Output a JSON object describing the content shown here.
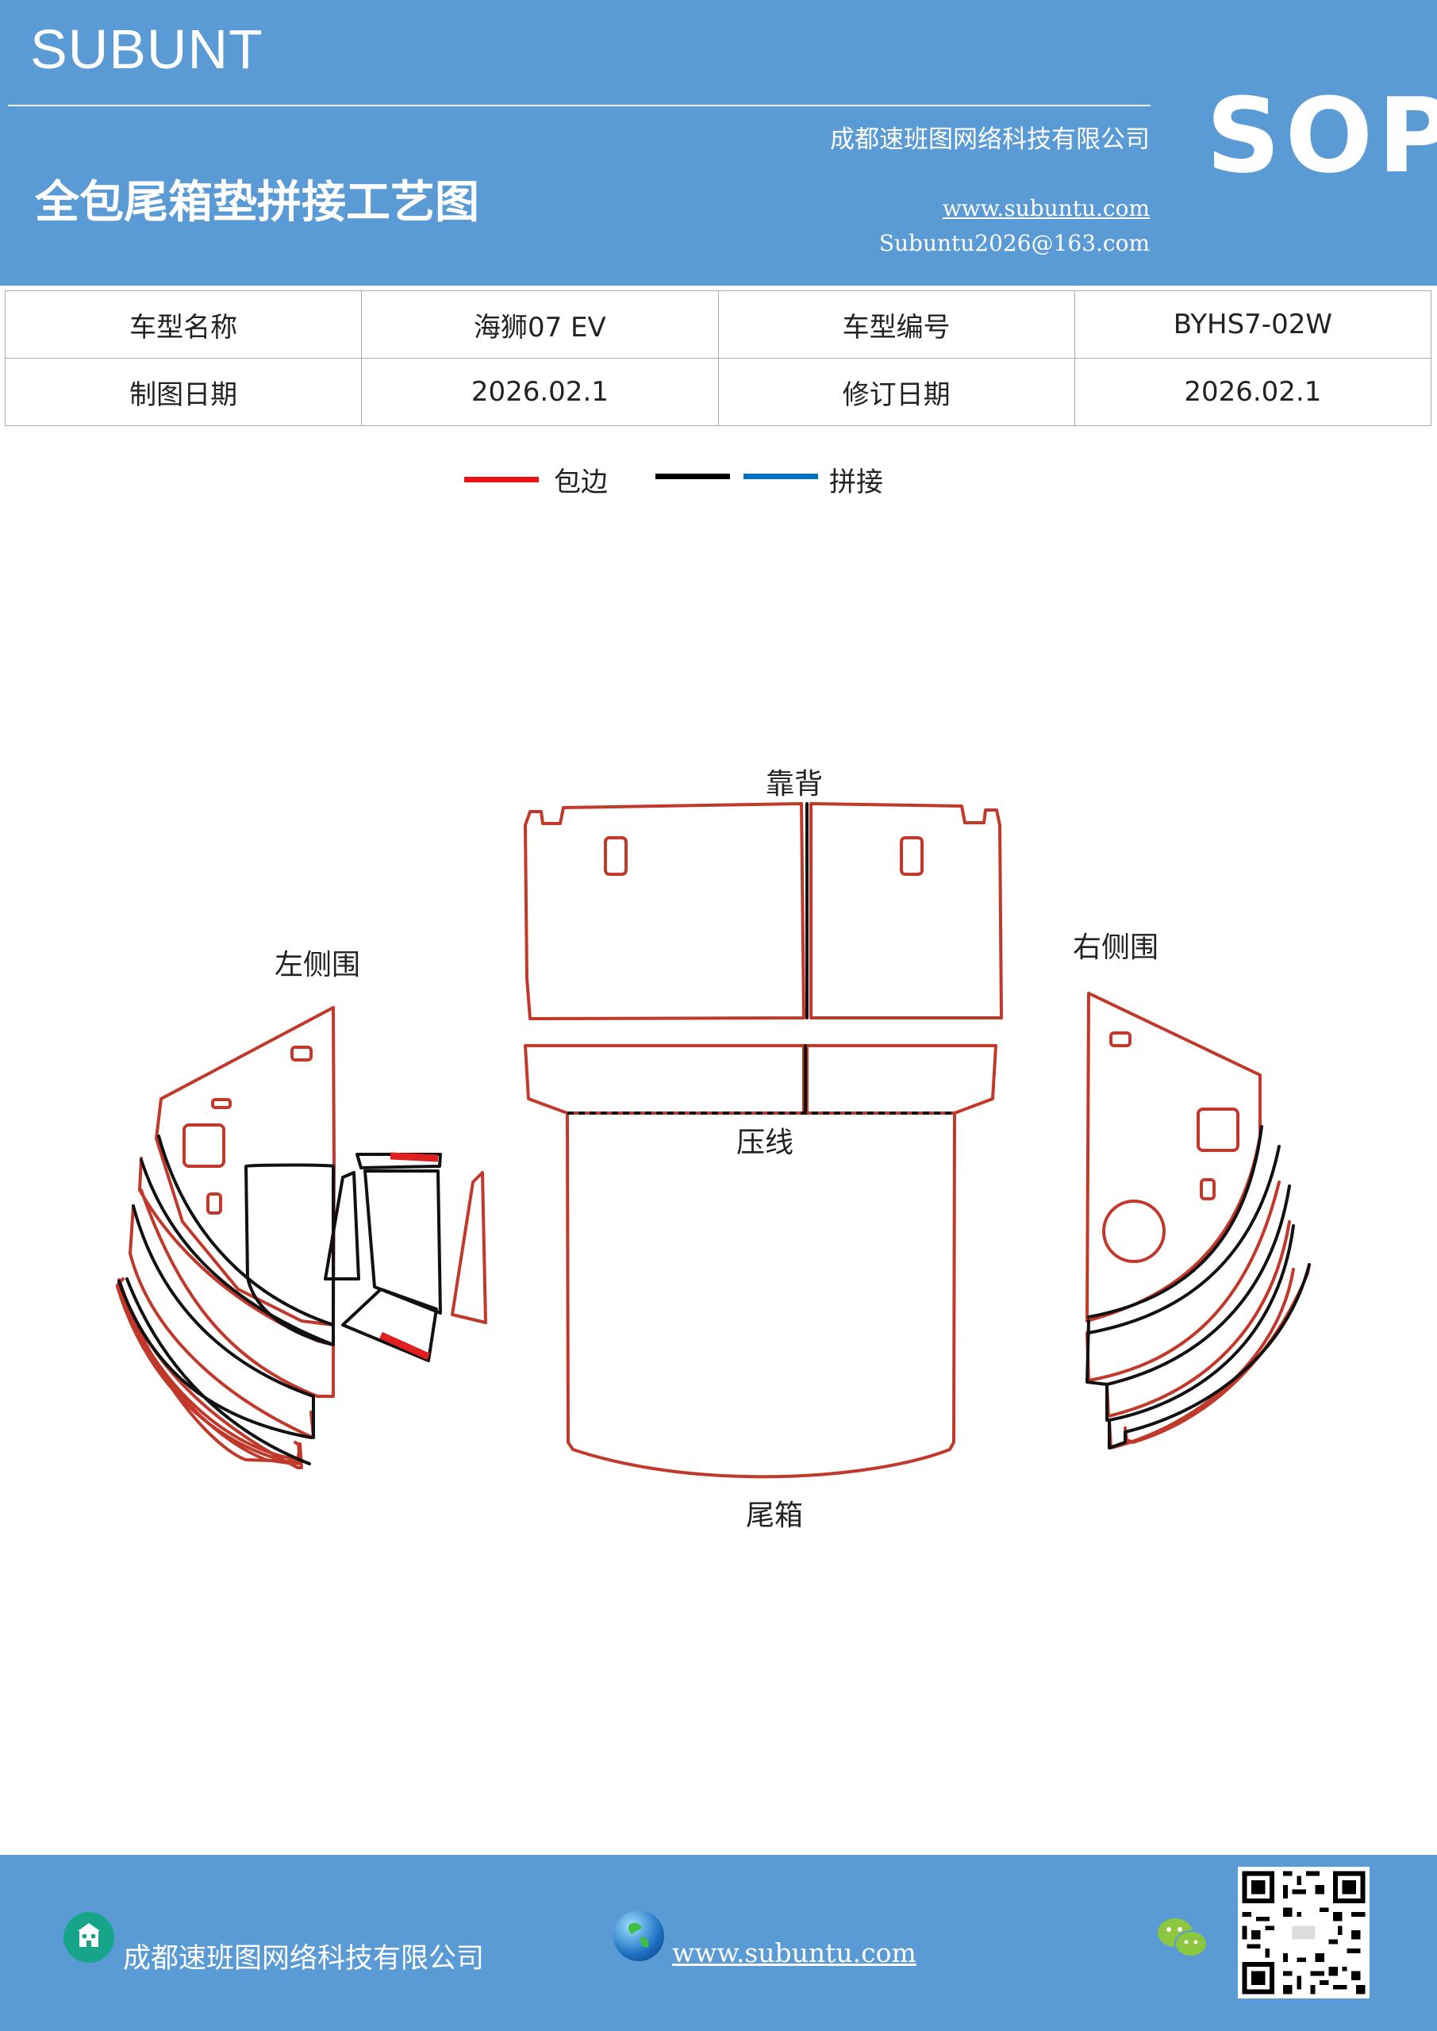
{
  "header": {
    "brand": "SUBUNT",
    "company": "成都速班图网络科技有限公司",
    "doc_title": "全包尾箱垫拼接工艺图",
    "website": "www.subuntu.com",
    "email": "Subuntu2026@163.com",
    "badge": "SOP",
    "bg_color": "#5b9bd5"
  },
  "info_table": {
    "rows": [
      [
        {
          "text": "车型名称"
        },
        {
          "text": "海狮07  EV"
        },
        {
          "text": "车型编号"
        },
        {
          "text": "BYHS7-02W"
        }
      ],
      [
        {
          "text": "制图日期"
        },
        {
          "text": "2026.02.1"
        },
        {
          "text": "修订日期"
        },
        {
          "text": "2026.02.1"
        }
      ]
    ]
  },
  "legend": {
    "items": [
      {
        "label": "包边",
        "color": "#ee1111"
      },
      {
        "label": "",
        "color": "#000000"
      },
      {
        "label": "拼接",
        "color": "#0070c0"
      }
    ]
  },
  "diagram": {
    "labels": {
      "backrest": "靠背",
      "left_side": "左侧围",
      "right_side": "右侧围",
      "crease": "压线",
      "trunk": "尾箱"
    },
    "edge_color": "#c0392b",
    "seam_color": "#111111",
    "stripe_color": "#e02020"
  },
  "footer": {
    "company": "成都速班图网络科技有限公司",
    "website": "www.subuntu.com ",
    "building_icon": "building-icon",
    "globe_icon": "globe-icon",
    "wechat_icon": "wechat-icon",
    "qr_icon": "qr-code-icon"
  }
}
